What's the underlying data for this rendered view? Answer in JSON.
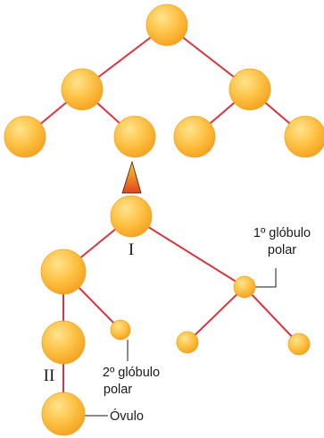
{
  "labels": {
    "stage_one": "I",
    "stage_two": "II",
    "polar_body_first": [
      "1º glóbulo",
      "polar"
    ],
    "polar_body_second": [
      "2º glóbulo",
      "polar"
    ],
    "ovum": "Óvulo"
  },
  "colors": {
    "cell_fill": "#FDC245",
    "cell_edge": "#F5A321",
    "cell_highlight": "#FFE48E",
    "connector": "#D8343F",
    "arrow_tip": "#F7D12C",
    "arrow_base": "#E2421E",
    "leader": "#1a1a1a"
  }
}
